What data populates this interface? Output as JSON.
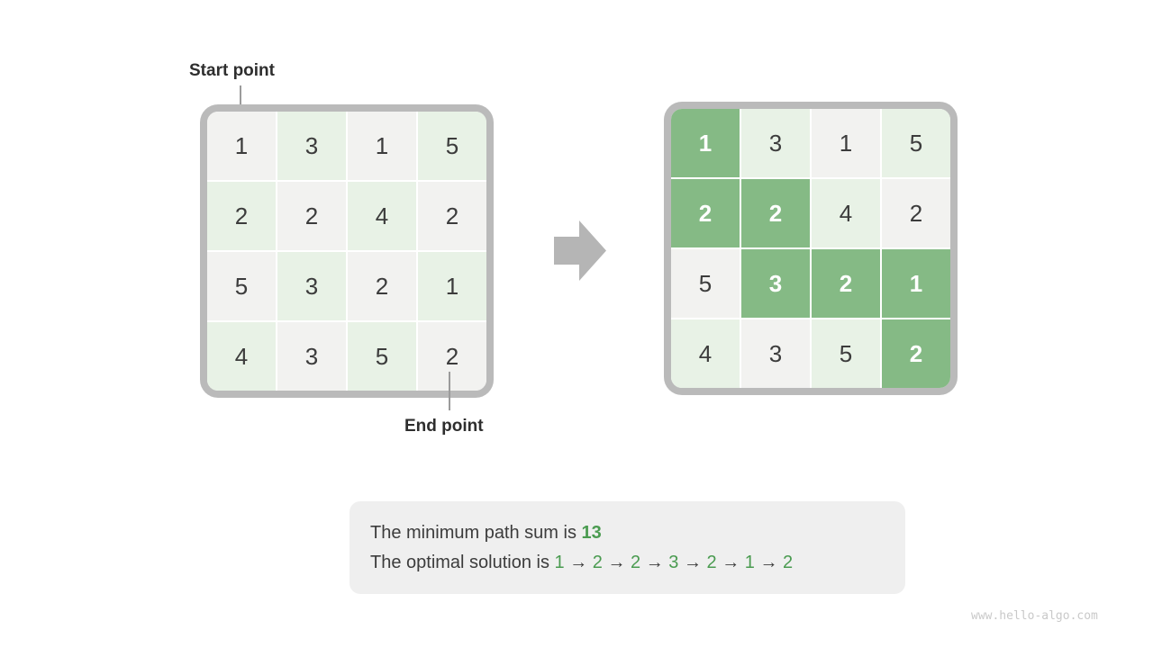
{
  "labels": {
    "start": "Start point",
    "end": "End point"
  },
  "left_grid": {
    "values": [
      [
        1,
        3,
        1,
        5
      ],
      [
        2,
        2,
        4,
        2
      ],
      [
        5,
        3,
        2,
        1
      ],
      [
        4,
        3,
        5,
        2
      ]
    ]
  },
  "right_grid": {
    "values": [
      [
        1,
        3,
        1,
        5
      ],
      [
        2,
        2,
        4,
        2
      ],
      [
        5,
        3,
        2,
        1
      ],
      [
        4,
        3,
        5,
        2
      ]
    ],
    "path_cells": [
      [
        0,
        0
      ],
      [
        1,
        0
      ],
      [
        1,
        1
      ],
      [
        2,
        1
      ],
      [
        2,
        2
      ],
      [
        2,
        3
      ],
      [
        3,
        3
      ]
    ]
  },
  "caption": {
    "line1_prefix": "The minimum path sum is ",
    "line1_value": "13",
    "line2_prefix": "The optimal solution is ",
    "path_sequence": [
      "1",
      "2",
      "2",
      "3",
      "2",
      "1",
      "2"
    ],
    "arrow_separator": "→"
  },
  "watermark": "www.hello-algo.com",
  "colors": {
    "cell_gray": "#f2f2f0",
    "cell_green_light": "#e8f2e6",
    "cell_green_dark": "#85ba85",
    "frame": "#bababa",
    "arrow_gray": "#b5b5b5",
    "green_text": "#4a9b50",
    "text": "#3c3c3c",
    "label_text": "#2e2e2e",
    "leader": "#9b9b9b",
    "caption_bg": "#efefef",
    "watermark": "#c9c9c9"
  }
}
